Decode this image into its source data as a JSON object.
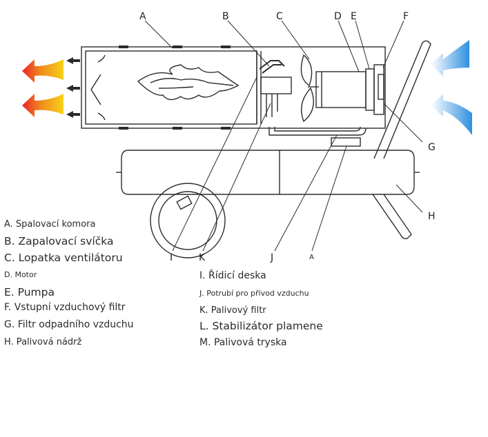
{
  "callouts": {
    "A": "A",
    "B": "B",
    "C": "C",
    "D": "D",
    "E": "E",
    "F": "F",
    "G": "G",
    "H": "H",
    "I": "I",
    "K": "K",
    "J": "J",
    "A2": "A"
  },
  "legend": {
    "a": "A. Spalovací komora",
    "b": "B. Zapalovací svíčka",
    "c": "C. Lopatka ventilátoru",
    "d": "D. Motor",
    "e": "E. Pumpa",
    "f": "F. Vstupní vzduchový filtr",
    "g": "G. Filtr odpadního vzduchu",
    "h": "H. Palivová nádrž",
    "i": "I. Řídicí deska",
    "j": "J. Potrubí pro přívod vzduchu",
    "k": "K. Palivový filtr",
    "l": "L. Stabilizátor plamene",
    "m": "M. Palivová tryska"
  },
  "colors": {
    "hot_tip": "#e8242a",
    "hot_base": "#f7d11a",
    "cold_tip": "#2f8fe0",
    "cold_base": "#ffffff",
    "line": "#2b2b2b"
  }
}
